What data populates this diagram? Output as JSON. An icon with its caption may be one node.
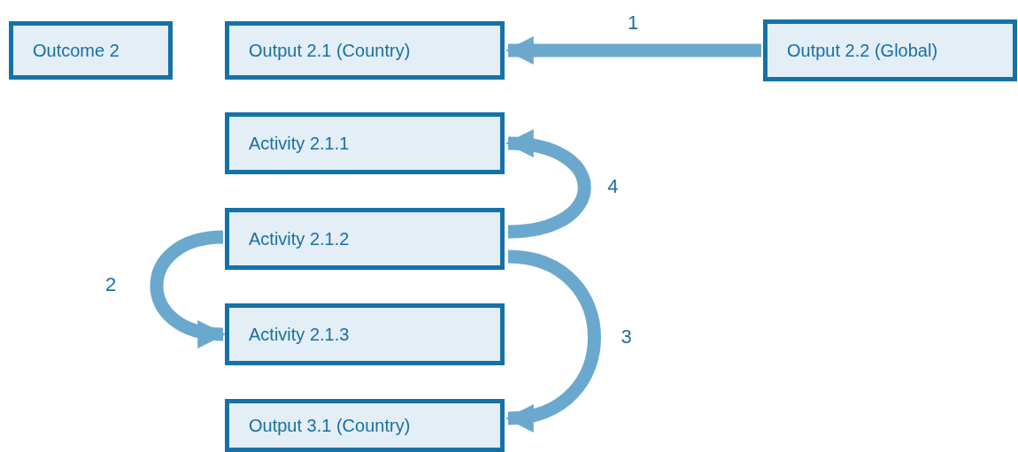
{
  "diagram": {
    "nodes": [
      {
        "text": [
          "Outcome 2"
        ]
      },
      {
        "text": [
          "Output 2.1 (Country)"
        ]
      },
      {
        "text": [
          "Output 2.2 (Global)"
        ]
      },
      {
        "text": [
          "Activity 2.1.1"
        ]
      },
      {
        "text": [
          "Activity 2.1.2"
        ]
      },
      {
        "text": [
          "Activity 2.1.3"
        ]
      },
      {
        "text": [
          "Output 3.1 (Country)"
        ]
      }
    ],
    "edges": [
      {
        "from": 2,
        "to": 1,
        "arrow": "to",
        "label": "1"
      },
      {
        "from": 4,
        "to": 3,
        "arrow": "to",
        "label": "4"
      },
      {
        "from": 4,
        "to": 5,
        "arrow": "to",
        "label": "2"
      },
      {
        "from": 4,
        "to": 6,
        "arrow": "to",
        "label": "3"
      }
    ]
  }
}
